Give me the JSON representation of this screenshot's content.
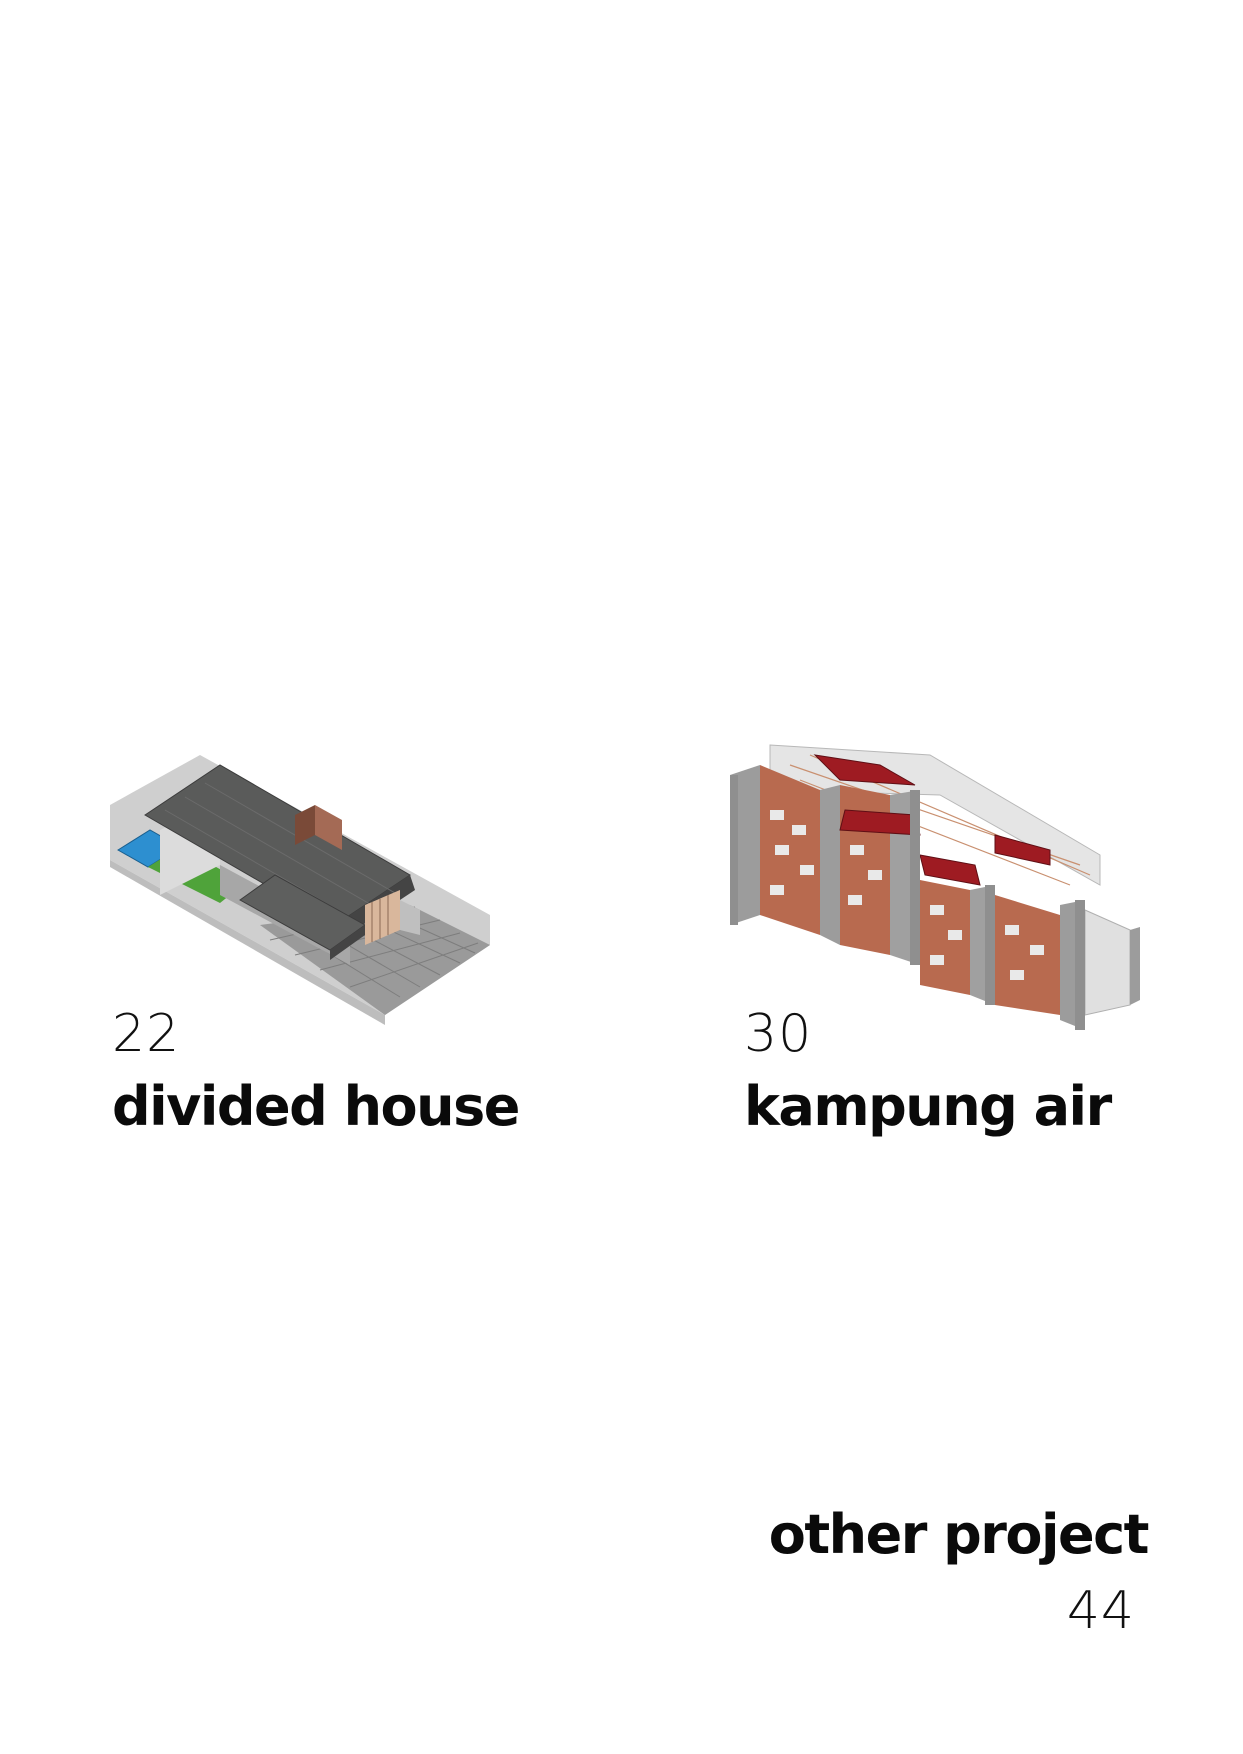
{
  "projects": [
    {
      "number": "22",
      "title": "divided house",
      "illustration": "divided-house-axonometric"
    },
    {
      "number": "30",
      "title": "kampung air",
      "illustration": "kampung-air-axonometric"
    }
  ],
  "other": {
    "title": "other project",
    "number": "44"
  },
  "colors": {
    "roof": "#5a5b5a",
    "wall": "#b9b9b9",
    "pool": "#2d8fd0",
    "grass": "#4fa33a",
    "brick": "#b86a4f",
    "red_roof": "#9e1b22",
    "concrete": "#9c9c9c"
  }
}
